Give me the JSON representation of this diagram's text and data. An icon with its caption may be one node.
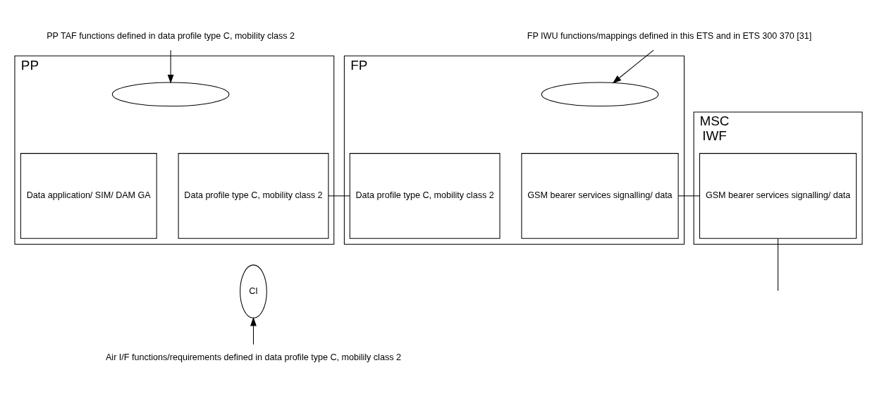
{
  "diagram": {
    "nodes": [
      {
        "text": [
          "PP"
        ]
      },
      {
        "text": [
          "Data application/ SIM/ DAM GA"
        ],
        "in": 0
      },
      {
        "text": [
          "Data profile type C, mobility class 2"
        ],
        "in": 0
      },
      {
        "text": [
          "FP"
        ]
      },
      {
        "text": [
          "Data profile type C, mobility class 2"
        ],
        "in": 3
      },
      {
        "text": [
          "GSM bearer services signalling/ data"
        ],
        "in": 3
      },
      {
        "text": [
          "MSC",
          "IWF"
        ]
      },
      {
        "text": [
          "GSM bearer services signalling/ data"
        ],
        "in": 6
      },
      {
        "text": [],
        "shape": "ellipse",
        "in": 0
      },
      {
        "text": [
          "PP TAF functions defined in data profile type C, mobility class 2"
        ]
      },
      {
        "text": [],
        "shape": "ellipse",
        "in": 3
      },
      {
        "text": [
          "FP IWU functions/mappings defined in this ETS and in ETS 300 370 [31]"
        ]
      },
      {
        "text": [
          "CI"
        ]
      },
      {
        "text": [
          "Air I/F functions/requirements defined in data profile type C, mobilily class 2"
        ]
      }
    ],
    "edges": [
      {
        "from": 9,
        "to": 8,
        "arrow": "to"
      },
      {
        "from": 11,
        "to": 10,
        "arrow": "to"
      },
      {
        "from": 2,
        "to": 4,
        "arrow": "none"
      },
      {
        "from": 5,
        "to": 7,
        "arrow": "none"
      },
      {
        "from": 7,
        "to": null,
        "arrow": "none"
      },
      {
        "from": 13,
        "to": 12,
        "arrow": "to"
      }
    ]
  }
}
